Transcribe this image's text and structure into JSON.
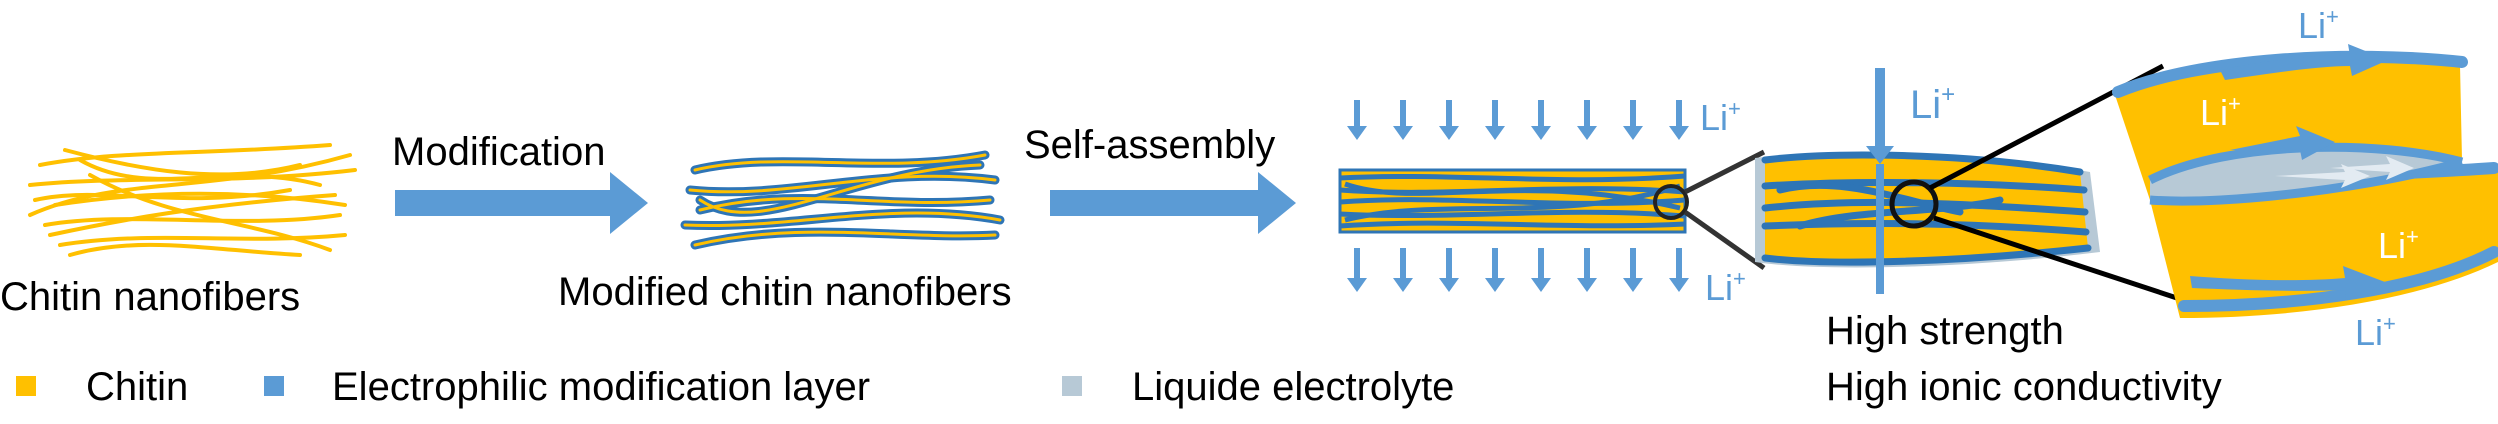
{
  "colors": {
    "chitin": "#ffc000",
    "modification_layer": "#5b9bd5",
    "electrolyte": "#b7c9d6",
    "text": "#000000"
  },
  "stages": {
    "raw_label": "Chitin nanofibers",
    "step1_label": "Modification",
    "modified_label": "Modified chitin nanofibers",
    "step2_label": "Self-assembly"
  },
  "ion": {
    "base": "Li",
    "charge": "+"
  },
  "properties": {
    "strength": "High strength",
    "conductivity": "High ionic conductivity"
  },
  "legend": {
    "chitin": "Chitin",
    "layer": "Electrophilic modification layer",
    "electrolyte": "Liquide electrolyte"
  },
  "icons": [
    "arrow-right-icon",
    "arrow-down-icon",
    "magnifier-circle-icon"
  ]
}
